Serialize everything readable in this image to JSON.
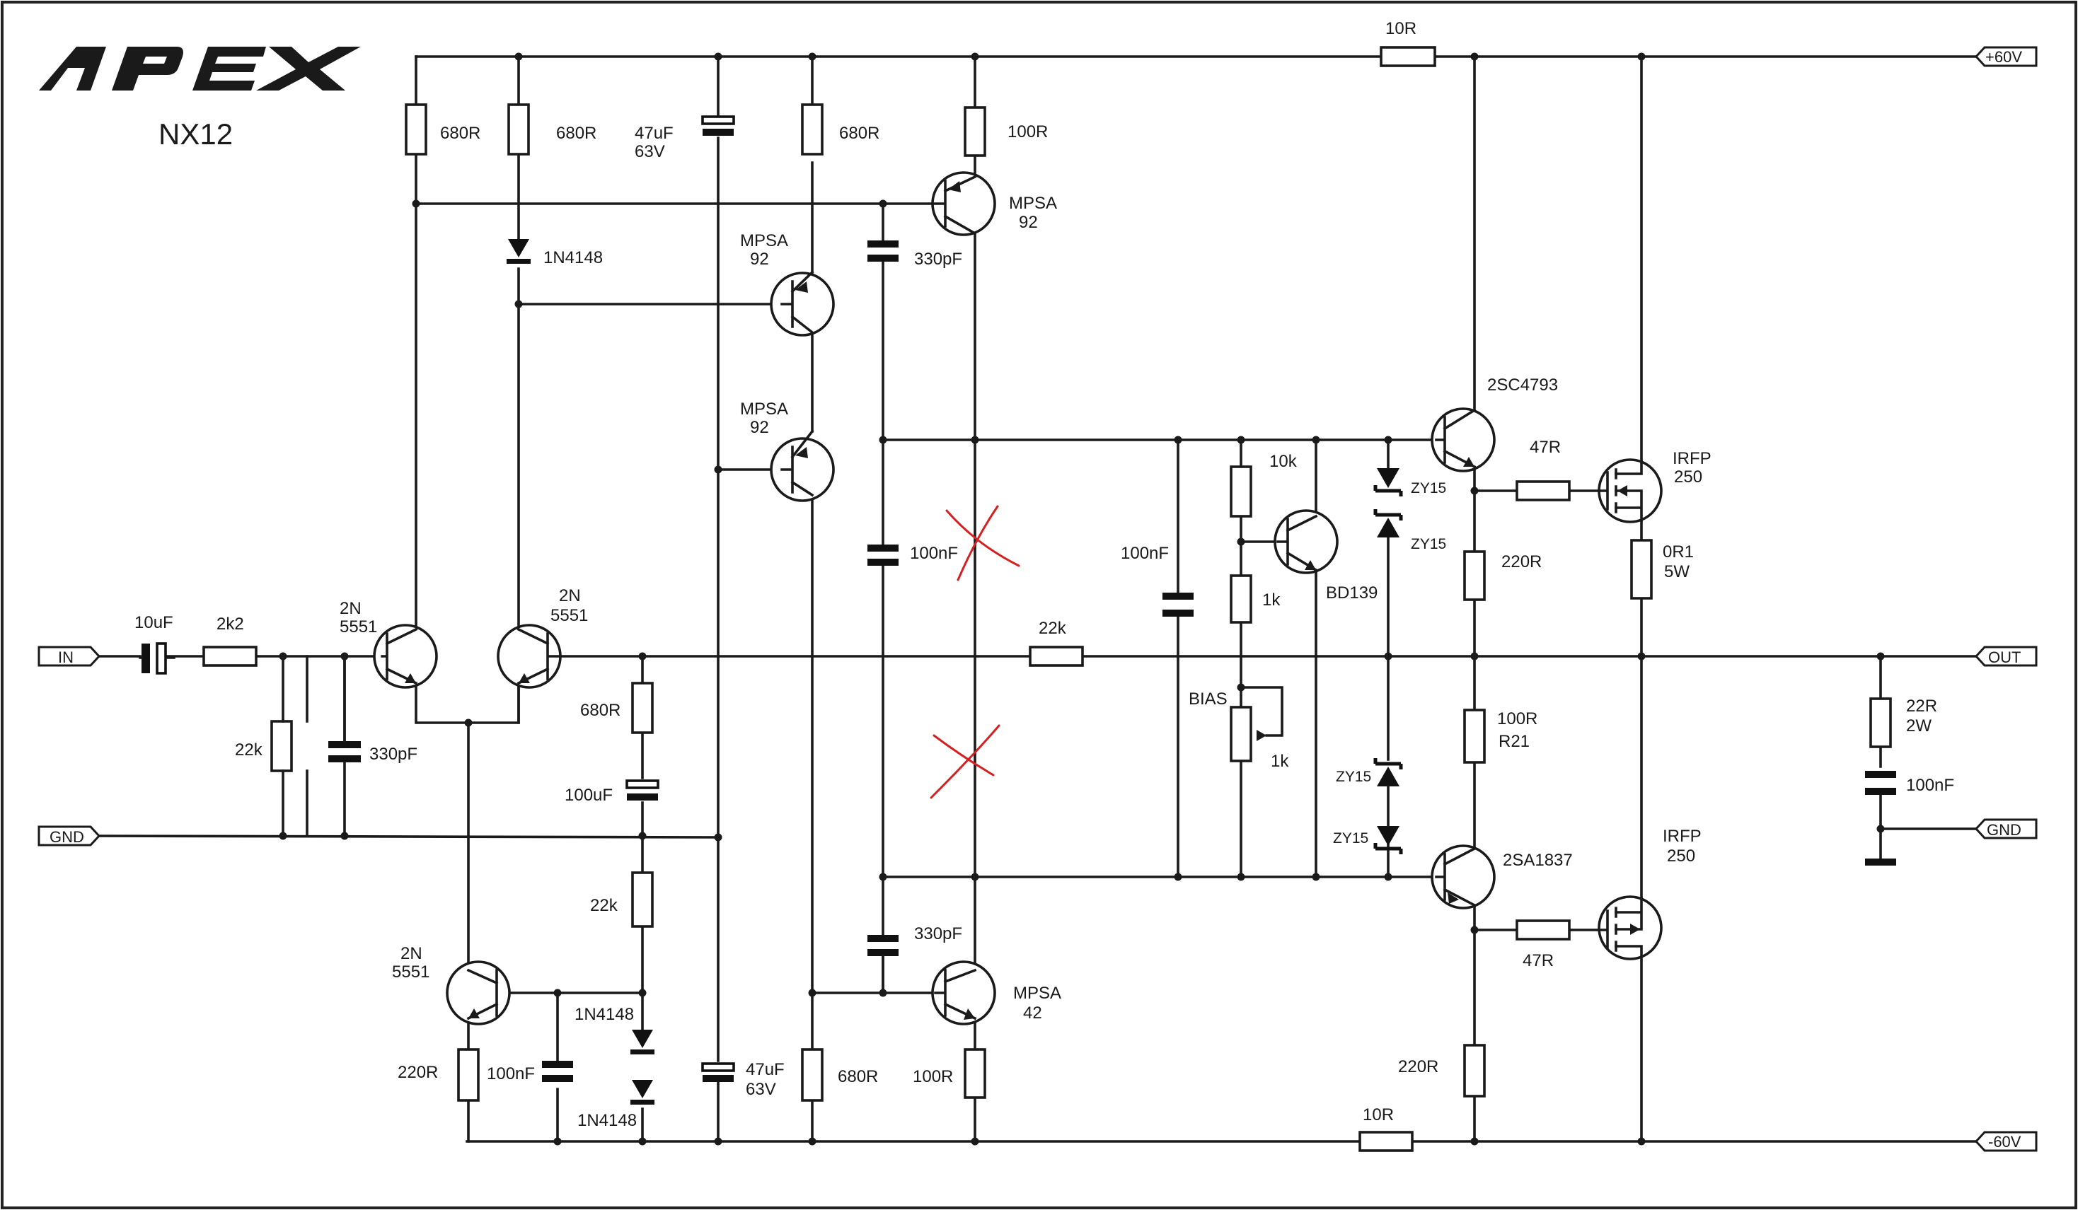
{
  "brand": {
    "logo_text": "APEX",
    "model": "NX12"
  },
  "rails": {
    "positive": "+60V",
    "negative": "-60V"
  },
  "terminals": {
    "input": "IN",
    "ground_in": "GND",
    "output": "OUT",
    "ground_out": "GND"
  },
  "components": {
    "r_10R_top": "10R",
    "r_10R_bot": "10R",
    "r_680R_a": "680R",
    "r_680R_b": "680R",
    "r_680R_c": "680R",
    "r_680R_fb": "680R",
    "r_680R_low": "680R",
    "c_47uF_top_v": "47uF",
    "c_47uF_top_r": "63V",
    "c_47uF_bot_v": "47uF",
    "c_47uF_bot_r": "63V",
    "r_100R_top": "100R",
    "r_100R_bot": "100R",
    "q_mpsa92_top_a": "MPSA",
    "q_mpsa92_top_b": "92",
    "q_mpsa92_mid_a": "MPSA",
    "q_mpsa92_mid_b": "92",
    "q_mpsa92_low_a": "MPSA",
    "q_mpsa92_low_b": "92",
    "q_mpsa42_a": "MPSA",
    "q_mpsa42_b": "42",
    "d_1n4148_top": "1N4148",
    "d_1n4148_a": "1N4148",
    "d_1n4148_b": "1N4148",
    "c_330pF_top": "330pF",
    "c_330pF_bot": "330pF",
    "c_330pF_in": "330pF",
    "c_100nF_mid": "100nF",
    "c_100nF_bias": "100nF",
    "c_100nF_low": "100nF",
    "c_100nF_zobel": "100nF",
    "c_10uF": "10uF",
    "r_2k2": "2k2",
    "r_22k_in": "22k",
    "r_22k_fb": "22k",
    "r_22k_low": "22k",
    "q_2n5551_a_a": "2N",
    "q_2n5551_a_b": "5551",
    "q_2n5551_b_a": "2N",
    "q_2n5551_b_b": "5551",
    "q_2n5551_c_a": "2N",
    "q_2n5551_c_b": "5551",
    "c_100uF": "100uF",
    "r_220R_low": "220R",
    "r_10k": "10k",
    "r_1k": "1k",
    "q_bd139": "BD139",
    "bias_label": "BIAS",
    "pot_1k": "1k",
    "z_a": "ZY15",
    "z_b": "ZY15",
    "z_c": "ZY15",
    "z_d": "ZY15",
    "q_2sc4793": "2SC4793",
    "q_2sa1837": "2SA1837",
    "r_47R_top": "47R",
    "r_47R_bot": "47R",
    "r_220R_top": "220R",
    "r_220R_bot": "220R",
    "r_100R_r21_a": "100R",
    "r_100R_r21_b": "R21",
    "m_irfp_top_a": "IRFP",
    "m_irfp_top_b": "250",
    "m_irfp_bot_a": "IRFP",
    "m_irfp_bot_b": "250",
    "r_0R1_a": "0R1",
    "r_0R1_b": "5W",
    "r_22R_a": "22R",
    "r_22R_b": "2W"
  },
  "colors": {
    "ink": "#1a1a1a",
    "annotation": "#d42020",
    "background": "#ffffff"
  }
}
